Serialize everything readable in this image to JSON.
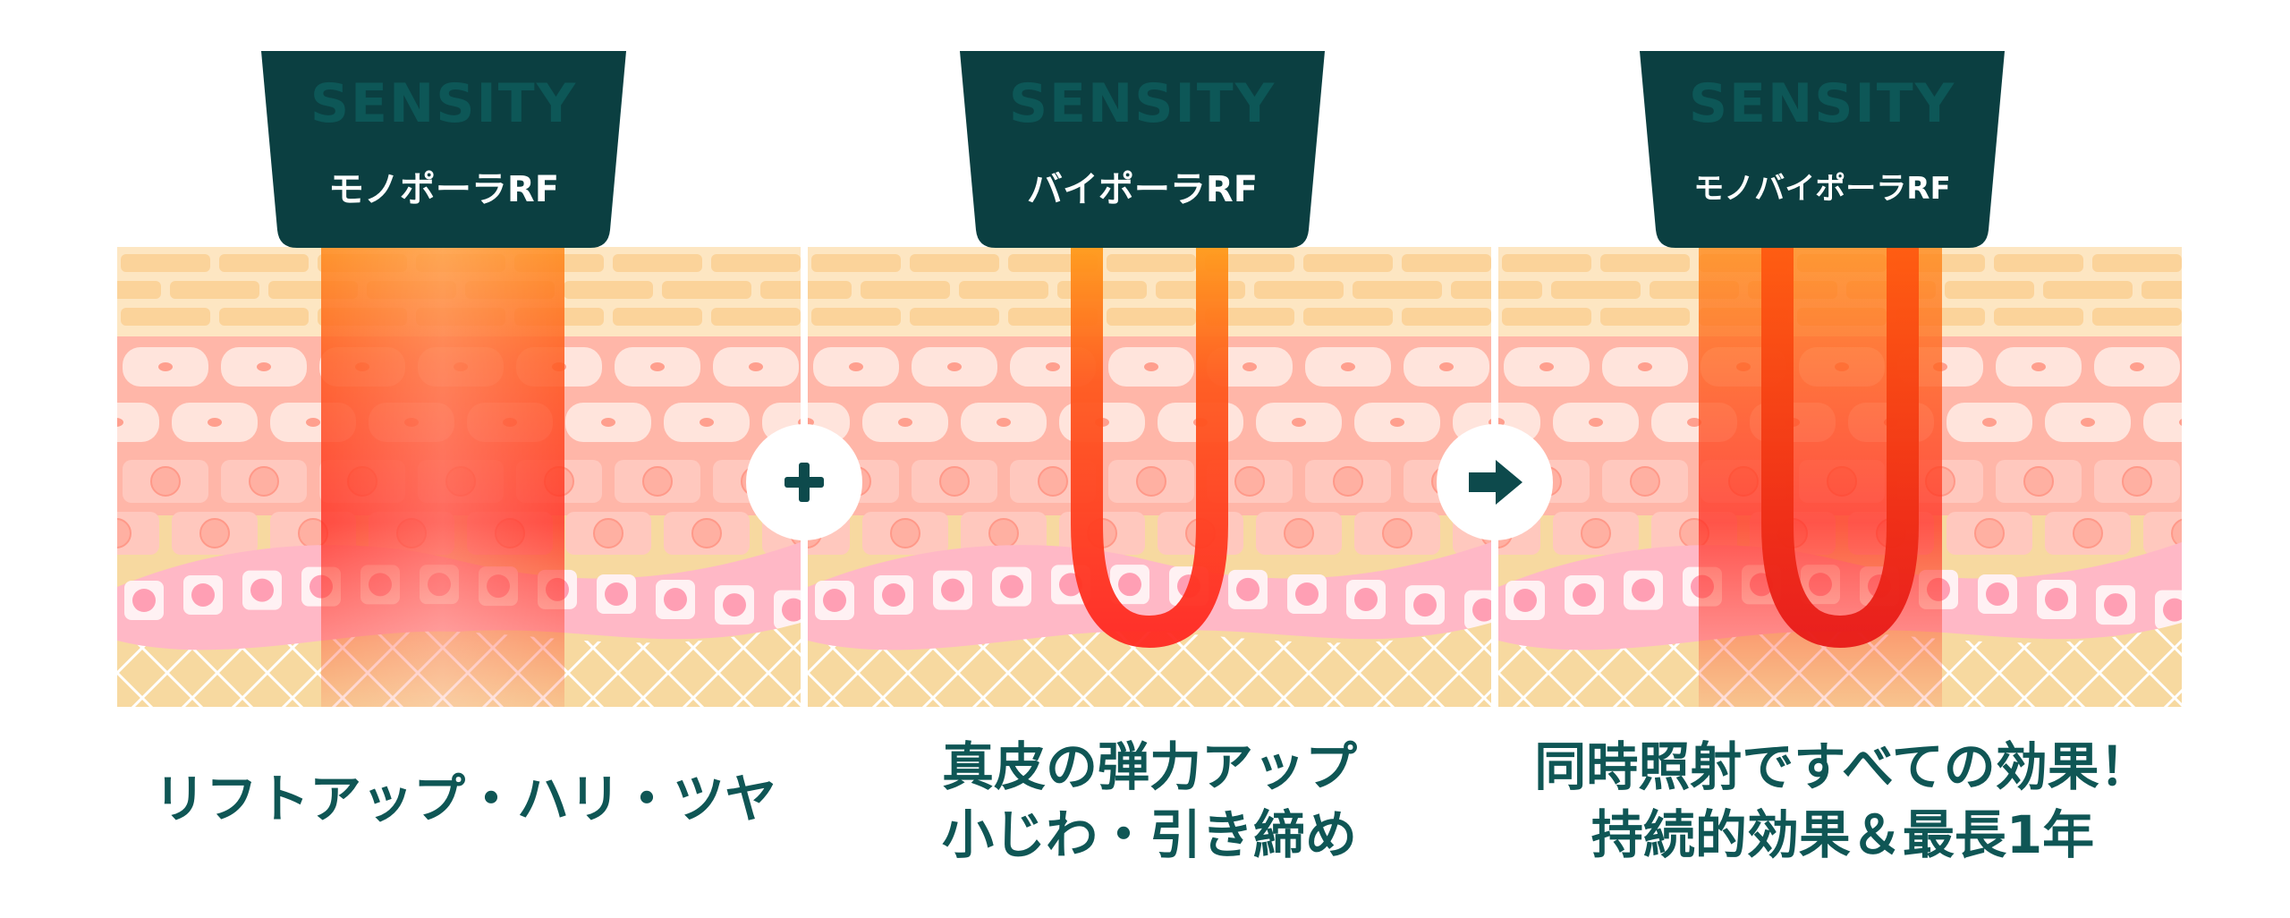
{
  "panels": [
    {
      "brand": "SENSITY",
      "mode": "モノポーラRF",
      "caption_lines": [
        "リフトアップ・ハリ・ツヤ"
      ]
    },
    {
      "brand": "SENSITY",
      "mode": "バイポーラRF",
      "caption_lines": [
        "真皮の弾力アップ",
        "小じわ・引き締め"
      ]
    },
    {
      "brand": "SENSITY",
      "mode": "モノバイポーラRF",
      "caption_lines": [
        "同時照射ですべての効果！",
        "持続的効果＆最長1年"
      ]
    }
  ],
  "connectors": [
    {
      "icon": "plus-icon"
    },
    {
      "icon": "arrow-right-icon"
    }
  ],
  "colors": {
    "device": "#0b3f41",
    "brand_text": "#0d5757",
    "caption_text": "#0f5655",
    "heat": "#ff3b1f",
    "fat": "#f7d9a0",
    "dermis": "#ffb6a8"
  }
}
